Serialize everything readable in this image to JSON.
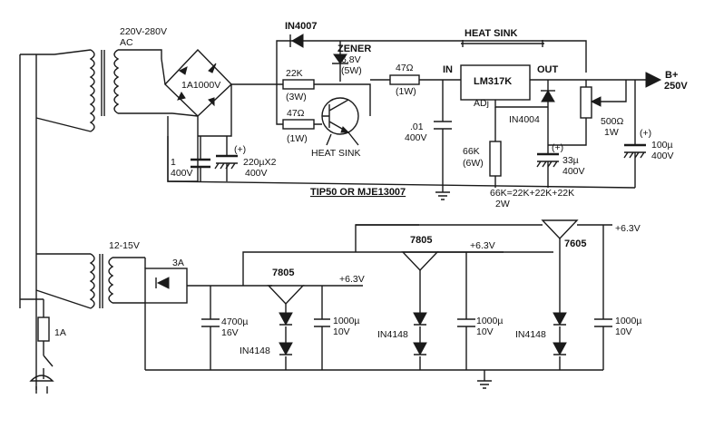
{
  "colors": {
    "ink": "#1a1a1a",
    "paper": "#ffffff"
  },
  "hv": {
    "ac_in": "220V-280V",
    "ac_in2": "AC",
    "bridge": "1A1000V",
    "diode_top": "IN4007",
    "zener1": "ZENER",
    "zener2": "6.8V",
    "zener3": "(5W)",
    "r22k": "22K",
    "r22k_w": "(3W)",
    "r47_base": "47Ω",
    "r47_base_w": "(1W)",
    "heatsink_tr": "HEAT  SINK",
    "transistor_note": "TIP50  OR  MJE13007",
    "c1_a": "1",
    "c1_b": "400V",
    "c_main_plus": "(+)",
    "c_main_a": "220µX2",
    "c_main_b": "400V",
    "r47_in": "47Ω",
    "r47_in_w": "(1W)",
    "in": "IN",
    "c01_a": ".01",
    "c01_b": "400V",
    "heatsink_reg": "HEAT  SINK",
    "regulator": "LM317K",
    "out": "OUT",
    "adj": "ADj",
    "d4004": "IN4004",
    "r66k": "66K",
    "r66k_w": "(6W)",
    "r66k_note1": "66K=22K+22K+22K",
    "r66k_note2": "2W",
    "c33_plus": "(+)",
    "c33_a": "33µ",
    "c33_b": "400V",
    "pot": "500Ω",
    "pot_w": "1W",
    "c100_plus": "(+)",
    "c100_a": "100µ",
    "c100_b": "400V",
    "bplus": "B+",
    "bplus_v": "250V"
  },
  "lv": {
    "sec": "12-15V",
    "bridge": "3A",
    "fuse": "1A",
    "c4700_a": "4700µ",
    "c4700_b": "16V",
    "ch1": {
      "reg": "7805",
      "out": "+6.3V",
      "diode": "IN4148",
      "cap_a": "1000µ",
      "cap_b": "10V"
    },
    "ch2": {
      "reg": "7805",
      "out": "+6.3V",
      "diode": "IN4148",
      "cap_a": "1000µ",
      "cap_b": "10V"
    },
    "ch3": {
      "reg": "7605",
      "out": "+6.3V",
      "diode": "IN4148",
      "cap_a": "1000µ",
      "cap_b": "10V"
    }
  }
}
